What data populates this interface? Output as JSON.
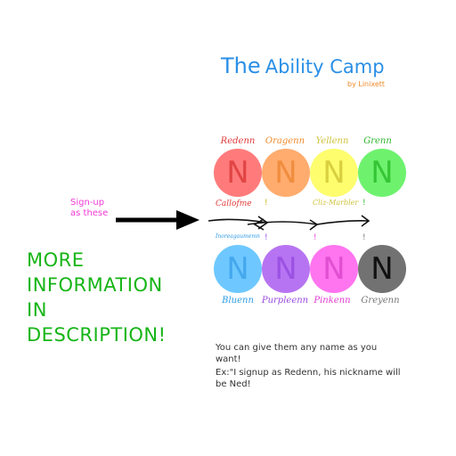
{
  "title": {
    "part1": "The",
    "part2": "Ability Camp",
    "byline": "by Linixett"
  },
  "signup_label": [
    "Sign-up",
    "as these"
  ],
  "more_info": [
    "MORE",
    "INFORMATION",
    "IN",
    "DESCRIPTION!"
  ],
  "top_row": [
    {
      "name": "Redenn",
      "letter": "N",
      "fill": "#ff7b7b",
      "name_color": "#e03a3a",
      "letter_color": "#e24545"
    },
    {
      "name": "Oragenn",
      "letter": "N",
      "fill": "#ffac6e",
      "name_color": "#f08a2a",
      "letter_color": "#f08d3e"
    },
    {
      "name": "Yellenn",
      "letter": "N",
      "fill": "#fdfd6e",
      "name_color": "#cfc23a",
      "letter_color": "#d9d040"
    },
    {
      "name": "Grenn",
      "letter": "N",
      "fill": "#6ef26e",
      "name_color": "#2eb52e",
      "letter_color": "#35c535"
    }
  ],
  "bottom_row": [
    {
      "name": "Bluenn",
      "letter": "N",
      "fill": "#6ec8ff",
      "name_color": "#2a9be6",
      "letter_color": "#45a8ee"
    },
    {
      "name": "Purpleenn",
      "letter": "N",
      "fill": "#b774f2",
      "name_color": "#9a4ae0",
      "letter_color": "#9b52e3"
    },
    {
      "name": "Pinkenn",
      "letter": "N",
      "fill": "#ff74ef",
      "name_color": "#e23ad2",
      "letter_color": "#e04fd2"
    },
    {
      "name": "Greyenn",
      "letter": "N",
      "fill": "#727272",
      "name_color": "#777777",
      "letter_color": "#111111"
    }
  ],
  "nicknames": {
    "top_first": "Callofme",
    "top_third": "Cliz-Marbler",
    "bottom_first": "Inoreagaumemn"
  },
  "notes": [
    "You can give them any name as you want!",
    "Ex:\"I signup as Redenn, his nickname will be Ned!"
  ]
}
